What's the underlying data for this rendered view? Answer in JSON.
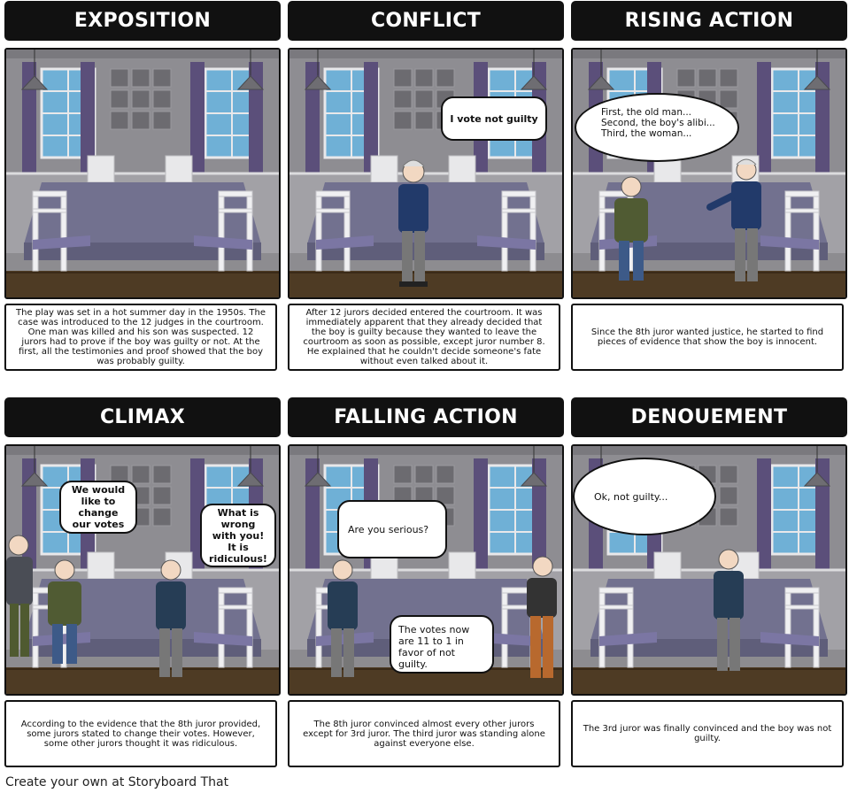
{
  "panels": [
    {
      "title": "EXPOSITION",
      "caption": "The play was set in a hot summer day in the 1950s. The case was introduced to the 12 judges in the courtroom. One man was killed and his son was suspected. 12 jurors had to prove if the boy was guilty or not. At the first, all the testimonies and proof showed that the boy was probably guilty.",
      "bubbles": []
    },
    {
      "title": "CONFLICT",
      "caption": "After 12 jurors decided entered the courtroom. It was immediately apparent that they already decided that the boy is guilty because they wanted to leave the courtroom as soon as possible, except juror number 8. He explained that he couldn't decide someone's fate without even talked about it.",
      "bubbles": [
        "I vote not guilty"
      ]
    },
    {
      "title": "RISING ACTION",
      "caption": "Since the 8th juror wanted justice, he started to find pieces of evidence that show the boy is innocent.",
      "bubbles": [
        "First, the old man...\nSecond, the boy's alibi...\nThird, the woman..."
      ]
    },
    {
      "title": "CLIMAX",
      "caption": "According to the evidence that the 8th juror provided, some jurors stated to change their votes. However, some other jurors thought it was ridiculous.",
      "bubbles": [
        "We would like to change our votes",
        "What is wrong with you! It is ridiculous!"
      ]
    },
    {
      "title": "FALLING ACTION",
      "caption": "The 8th juror convinced almost every other jurors except for 3rd juror. The third juror was standing alone against everyone else.",
      "bubbles": [
        "Are you serious?",
        "The votes now are 11 to 1 in favor of not guilty."
      ]
    },
    {
      "title": "DENOUEMENT",
      "caption": "The 3rd juror was finally convinced and the boy was not guilty.",
      "bubbles": [
        "Ok, not guilty..."
      ]
    }
  ],
  "footer": "Create your own at Storyboard That"
}
